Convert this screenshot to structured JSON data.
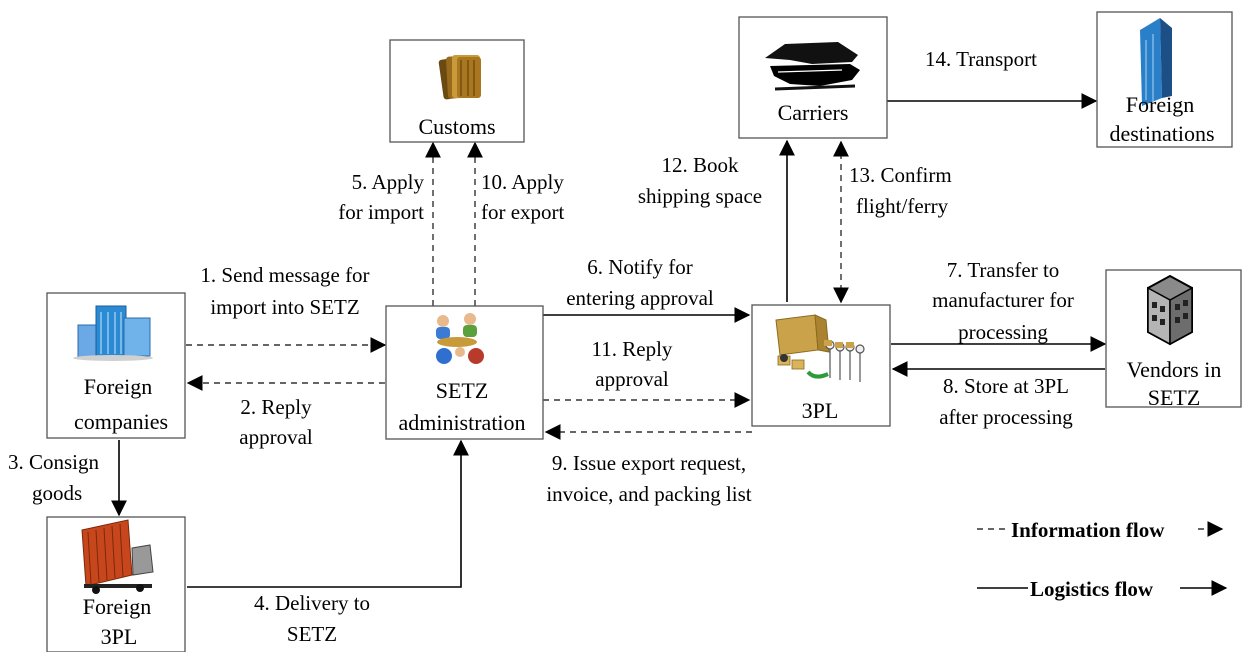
{
  "nodes": {
    "customs": {
      "label": "Customs",
      "icon": "folders-icon"
    },
    "carriers": {
      "label": "Carriers",
      "icon": "ship-icon"
    },
    "foreign_destinations": {
      "line1": "Foreign",
      "line2": "destinations",
      "icon": "skyscraper-icon"
    },
    "foreign_companies": {
      "line1": "Foreign",
      "line2": "companies",
      "icon": "office-buildings-icon"
    },
    "setz_admin": {
      "line1": "SETZ",
      "line2": "administration",
      "icon": "people-meeting-icon"
    },
    "threepl": {
      "label": "3PL",
      "icon": "delivery-truck-icon"
    },
    "vendors": {
      "line1": "Vendors in",
      "line2": "SETZ",
      "icon": "factory-building-icon"
    },
    "foreign_3pl": {
      "line1": "Foreign",
      "line2": "3PL",
      "icon": "container-truck-icon"
    }
  },
  "flows": {
    "f1": {
      "line1": "1. Send message for",
      "line2": "import into SETZ"
    },
    "f2": {
      "line1": "2. Reply",
      "line2": "approval"
    },
    "f3": {
      "line1": "3. Consign",
      "line2": "goods"
    },
    "f4": {
      "line1": "4. Delivery to",
      "line2": "SETZ"
    },
    "f5": {
      "line1": "5. Apply",
      "line2": "for import"
    },
    "f6": {
      "line1": "6. Notify for",
      "line2": "entering approval"
    },
    "f7": {
      "line1": "7. Transfer to",
      "line2": "manufacturer for",
      "line3": "processing"
    },
    "f8": {
      "line1": "8. Store at 3PL",
      "line2": "after processing"
    },
    "f9": {
      "line1": "9. Issue export request,",
      "line2": "invoice, and packing list"
    },
    "f10": {
      "line1": "10. Apply",
      "line2": "for export"
    },
    "f11": {
      "line1": "11. Reply",
      "line2": "approval"
    },
    "f12": {
      "line1": "12. Book",
      "line2": "shipping space"
    },
    "f13": {
      "line1": "13. Confirm",
      "line2": "flight/ferry"
    },
    "f14": {
      "line1": "14. Transport"
    }
  },
  "legend": {
    "information": "Information flow",
    "logistics": "Logistics flow"
  }
}
